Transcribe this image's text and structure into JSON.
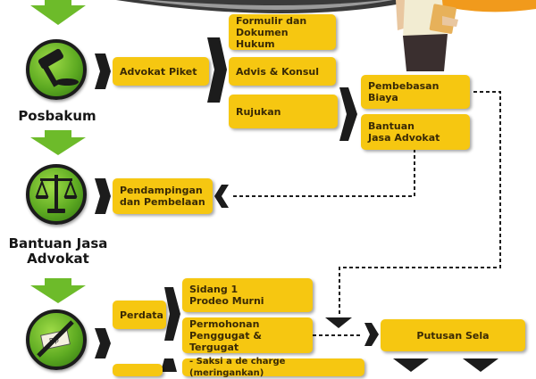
{
  "stage_labels": {
    "posbakum": "Posbakum",
    "bantuan": "Bantuan Jasa\nAdvokat"
  },
  "boxes": {
    "advokat_piket": "Advokat Piket",
    "formulir": "Formulir dan\nDokumen Hukum",
    "advis": "Advis & Konsul",
    "rujukan": "Rujukan",
    "pembebasan": "Pembebasan\nBiaya",
    "bantuan_jasa": "Bantuan\nJasa Advokat",
    "pendampingan": "Pendampingan\ndan Pembelaan",
    "perdata": "Perdata",
    "sidang": "Sidang 1\nProdeo Murni",
    "permohonan": "Permohonan\nPenggugat & Tergugat",
    "putusan": "Putusan Sela",
    "saksi": "- Saksi a de charge (meringankan)"
  },
  "icon_text": {
    "rp": "Rp"
  },
  "colors": {
    "box_yellow": "#f6c711",
    "arrow_green": "#6dbb2a",
    "dark": "#1c1c1c",
    "orange_swoosh": "#f19a1c"
  }
}
